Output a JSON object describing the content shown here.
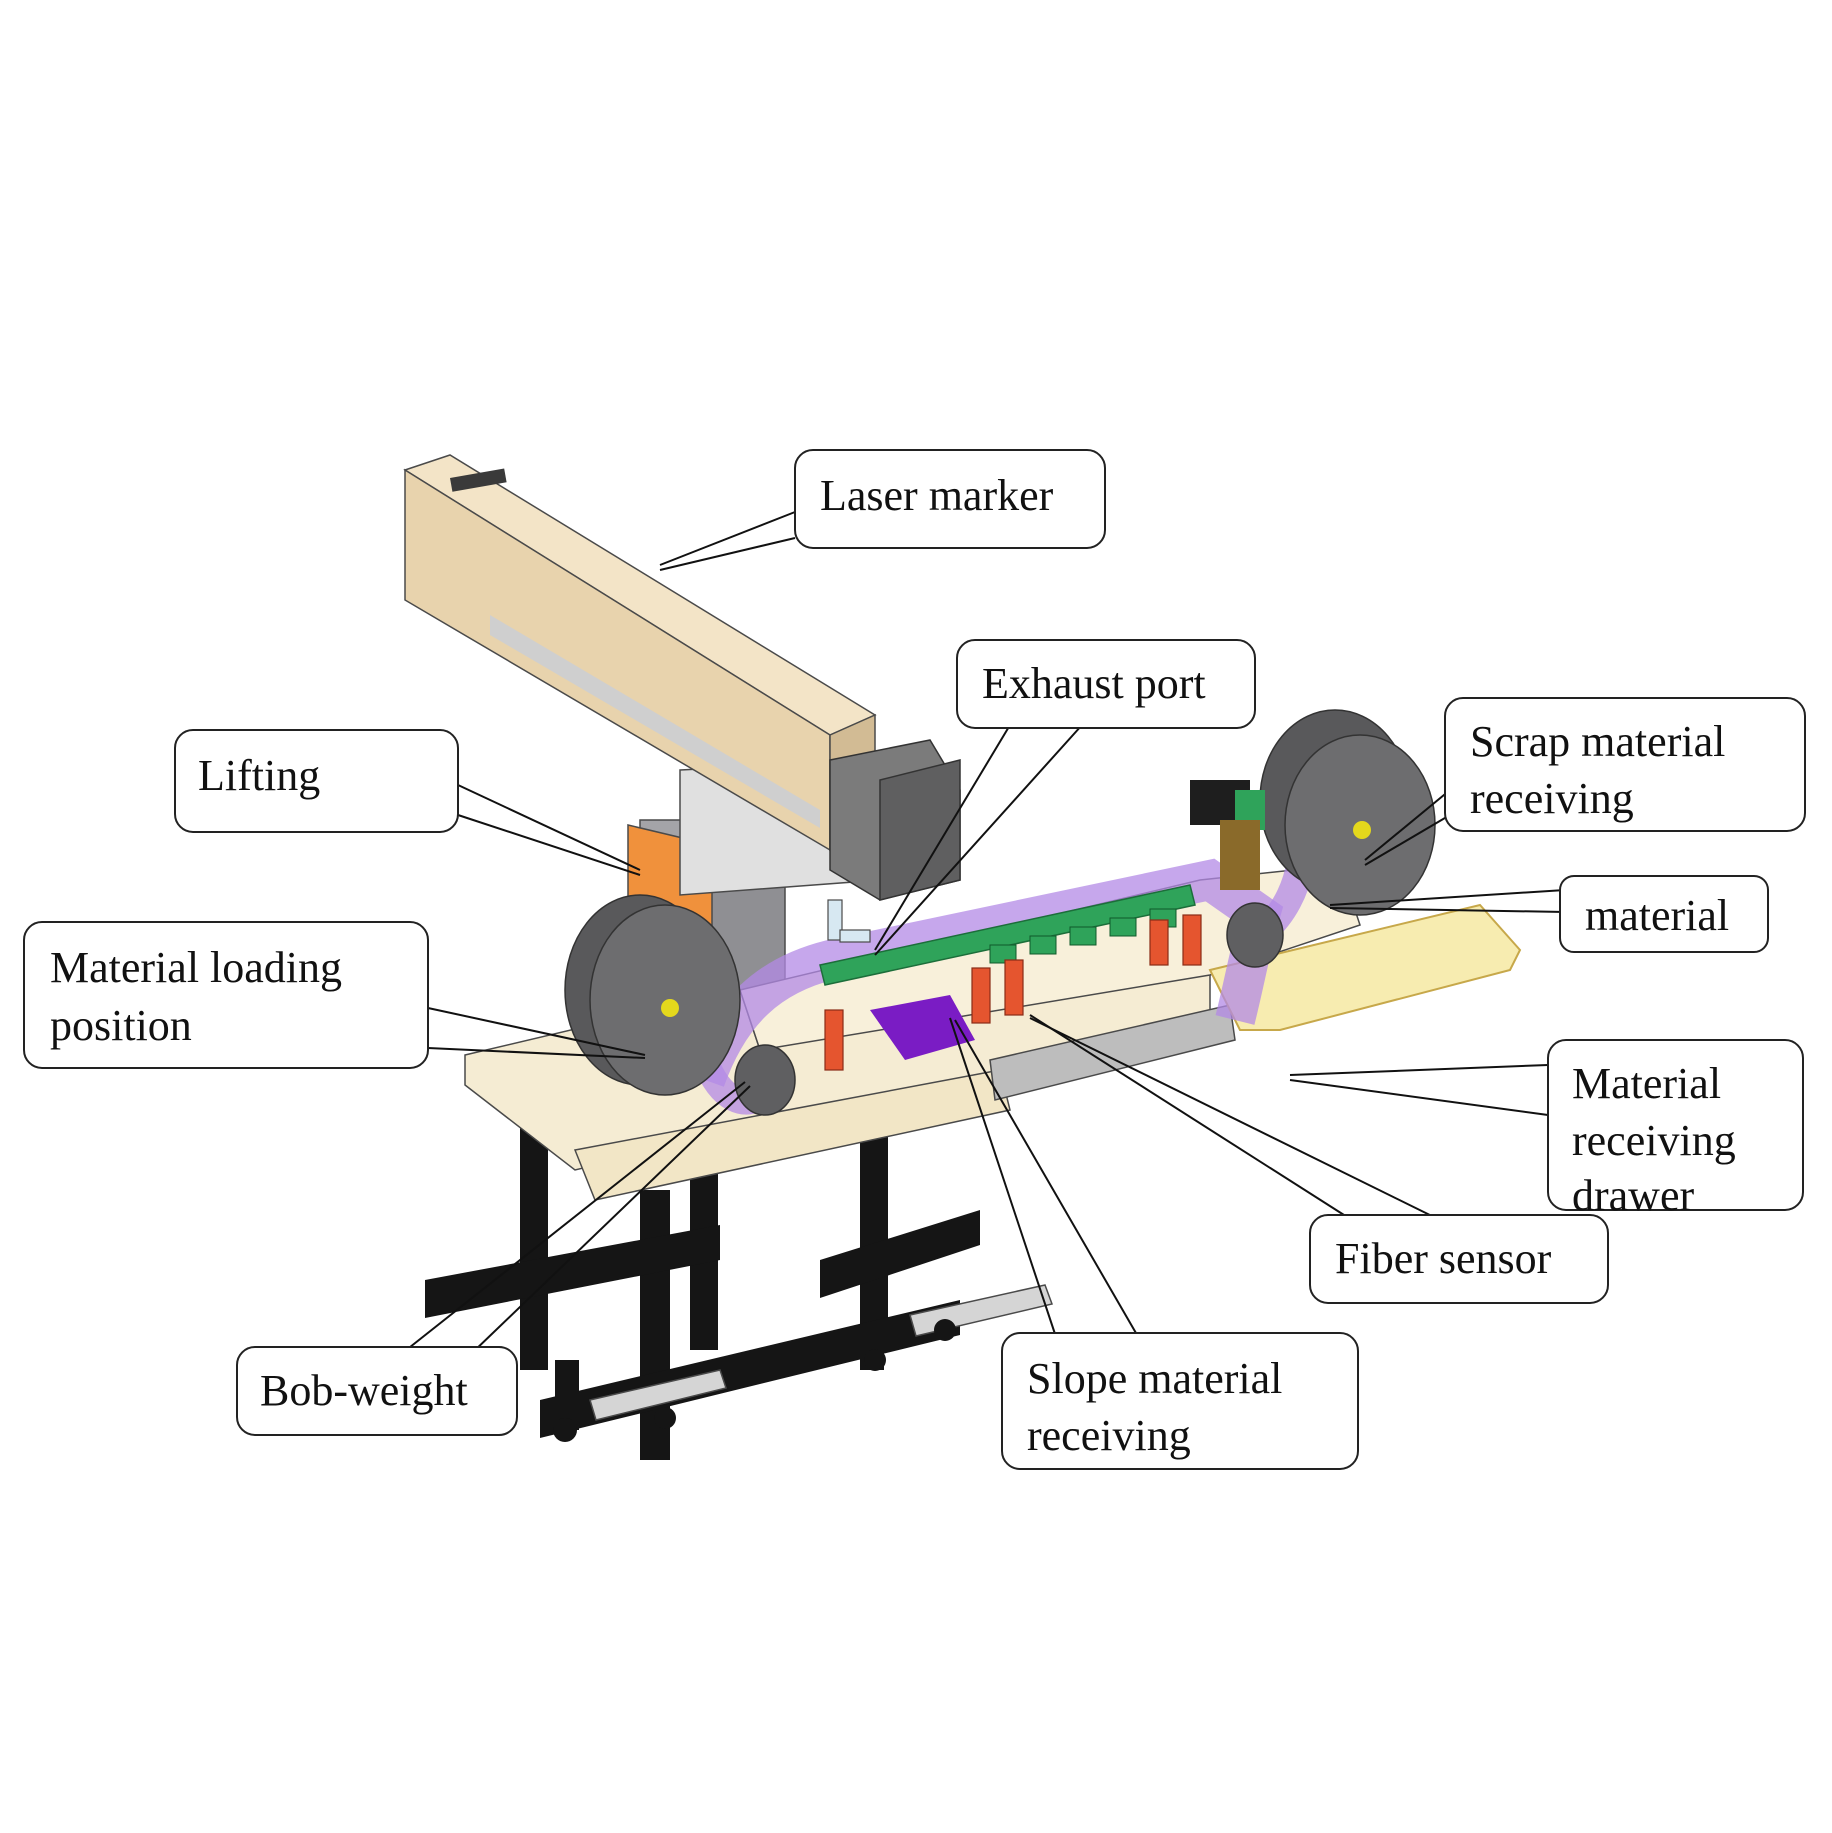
{
  "callouts": {
    "laser_marker": "Laser marker",
    "exhaust_port": "Exhaust port",
    "lifting": "Lifting",
    "scrap_material_receiving": [
      "Scrap material",
      "receiving"
    ],
    "material": "material",
    "material_loading_position": [
      "Material loading",
      "position"
    ],
    "material_receiving_drawer": [
      "Material",
      "receiving",
      "drawer"
    ],
    "fiber_sensor": "Fiber sensor",
    "bob_weight": "Bob-weight",
    "slope_material_receiving": [
      "Slope material",
      "receiving"
    ]
  },
  "colors": {
    "laser_body": "#e8d3ad",
    "laser_head": "#7b7b7b",
    "lift_column": "#f0913c",
    "platform": "#f5ecd3",
    "roll": "#6d6d6f",
    "roll_hub": "#e4d81c",
    "material_strip": "#b38ae6",
    "pcb_green": "#2fa35a",
    "sensor_red": "#e5552f",
    "frame_black": "#151515",
    "drawer_yellow": "#f7ecb0",
    "chute_purple": "#7a1cc4"
  }
}
